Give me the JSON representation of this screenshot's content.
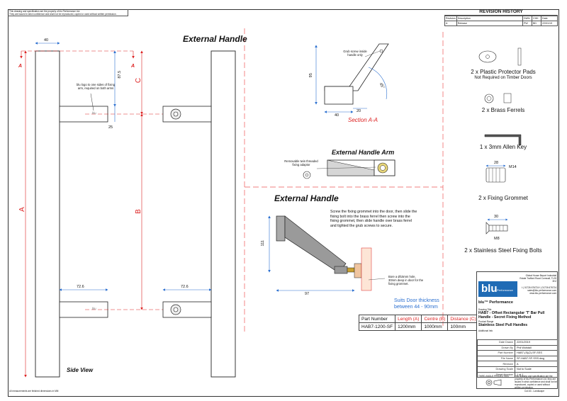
{
  "notes": {
    "top_line1": "This drawing and specification are the property of blu Performance Ltd.",
    "top_line2": "They are issued in strict confidence and shall not be reproduced, copied or used without written permission.",
    "bottom_left": "All measurements are finished dimensions in MM",
    "bottom_right": "Cut A3 - Landscape"
  },
  "revision_history": {
    "title": "REVISION HISTORY",
    "headers": [
      "Revision",
      "Description",
      "DWN",
      "CHK",
      "Date"
    ],
    "rows": [
      [
        "A",
        "Release",
        "PW",
        "BD",
        "22/01/19"
      ]
    ]
  },
  "labels": {
    "external_handle_top": "External Handle",
    "external_handle_mid": "External Handle",
    "external_handle_arm": "External Handle Arm",
    "side_view": "Side View",
    "section_aa": "Section A-A",
    "grub_screw": "Grub screw inside handle only",
    "removable_adaptor": "Removable twin threaded fixing adaptor",
    "blu_logo_note": "blu logo to one sides of fixing arm, required on both arms",
    "blu_mark": "blu",
    "install_text": "Screw the fixing grommet into the door, then slide the fixing bolt into the brass ferrel then screw into the fixing grommet, then slide handle over brass ferrel and tighted the grub screws to secure.",
    "bore_note": "Bore a Ø15mm hole, 30mm deep in door for the fixing grommet.",
    "door_thickness": "Suits Door thickness between 44 - 90mm"
  },
  "dimensions": {
    "d40": "40",
    "d87_5": "87.5",
    "d25": "25",
    "d72_6a": "72.6",
    "d72_6b": "72.6",
    "A": "A",
    "B": "B",
    "C": "C",
    "arrowA": "A",
    "s95": "95",
    "s40": "40",
    "s20": "20",
    "s45": "45°",
    "e111": "111",
    "e97": "97",
    "f28": "28",
    "fM14": "M14",
    "b30": "30",
    "bM8": "M8"
  },
  "parts_list": [
    {
      "text": "2 x Plastic Protector Pads",
      "sub": "Not Required on Timber Doors"
    },
    {
      "text": "2 x Brass Ferrels",
      "sub": ""
    },
    {
      "text": "1 x 3mm Allen Key",
      "sub": ""
    },
    {
      "text": "2 x Fixing Grommet",
      "sub": ""
    },
    {
      "text": "2 x Stainless Steel Fixing Bolts",
      "sub": ""
    }
  ],
  "part_table": {
    "headers": [
      "Part Number",
      "Length (A)",
      "Centre (B)",
      "Distance (C)"
    ],
    "rows": [
      [
        "HAB7-1200-SF",
        "1200mm",
        "1000mm",
        "100mm"
      ]
    ]
  },
  "title_block": {
    "logo": "blu",
    "logo_sub": "Performance",
    "company_address": "Global House Beport Industrial Estate Trafford Road Cornwall, TL25 3HJ",
    "company_contact": "t | 01726 676724 f | 01726 676724 sales@blu-performance.com www.blu-performance.com",
    "company": "blu™ Performance",
    "drawing_title_label": "Drawing Title",
    "drawing_title": "HAB7 - Offset Rectangular 'T' Bar Pull Handle - Secret Fixing Method",
    "product_range_label": "Product Range",
    "product_range": "Stainless Steel Pull Handles",
    "additional_info_label": "Additional Info",
    "fields": [
      {
        "label": "Date Drawn",
        "value": "22/01/2019"
      },
      {
        "label": "Drawn By",
        "value": "Phil Wolstall"
      },
      {
        "label": "Part Number",
        "value": "HAB7-(S)(2)-SF-SSS"
      },
      {
        "label": "File Name",
        "value": "SF-HAB7-SF-SSS.dwg"
      },
      {
        "label": "Revision",
        "value": "A"
      },
      {
        "label": "Drawing Scale",
        "value": "Not to Scale"
      },
      {
        "label": "Sheet Number",
        "value": "1  of  1"
      }
    ],
    "projection": "THIRD ANGLE PROJECTION",
    "property_note": "This drawing and specification are the property of blu Performance Ltd. they are issued in strict confidence and shall not be reproduced, copied or used without written permission."
  }
}
